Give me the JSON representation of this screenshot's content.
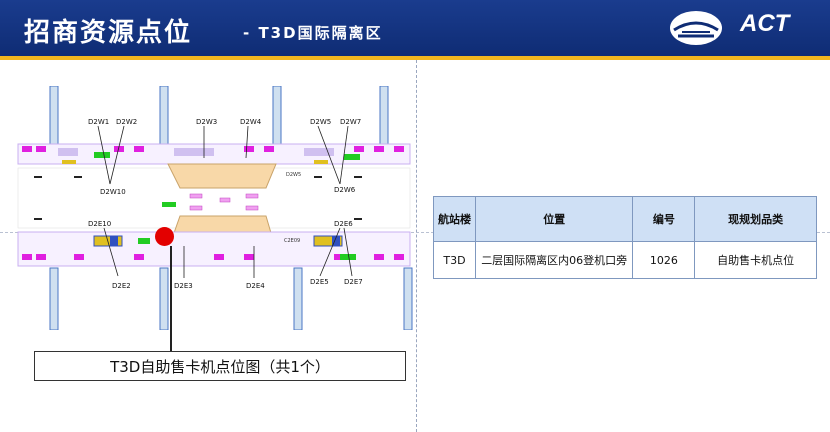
{
  "header": {
    "title": "招商资源点位",
    "subtitle": "- T3D国际隔离区",
    "logo_text": "ACT"
  },
  "map": {
    "gate_labels_top": [
      "D2W1",
      "D2W2",
      "D2W3",
      "D2W4",
      "D2W5",
      "D2W7"
    ],
    "gate_labels_mid_top": [
      "D2W10",
      "D2W6"
    ],
    "gate_labels_mid_bottom": [
      "D2E10",
      "D2E6"
    ],
    "gate_labels_bottom": [
      "D2E2",
      "D2E3",
      "D2E4",
      "D2E5",
      "D2E7"
    ],
    "small_labels": [
      "D2W5",
      "C2E09"
    ],
    "caption": "T3D自助售卡机点位图（共1个）"
  },
  "table": {
    "headers": [
      "航站楼",
      "位置",
      "编号",
      "现规划品类"
    ],
    "rows": [
      [
        "T3D",
        "二层国际隔离区内06登机口旁",
        "1026",
        "自助售卡机点位"
      ]
    ]
  },
  "colors": {
    "header_bg": "#0f2c74",
    "accent_stripe": "#f2b61e",
    "marker": "#e30000",
    "table_header_bg": "#cfe0f5"
  }
}
